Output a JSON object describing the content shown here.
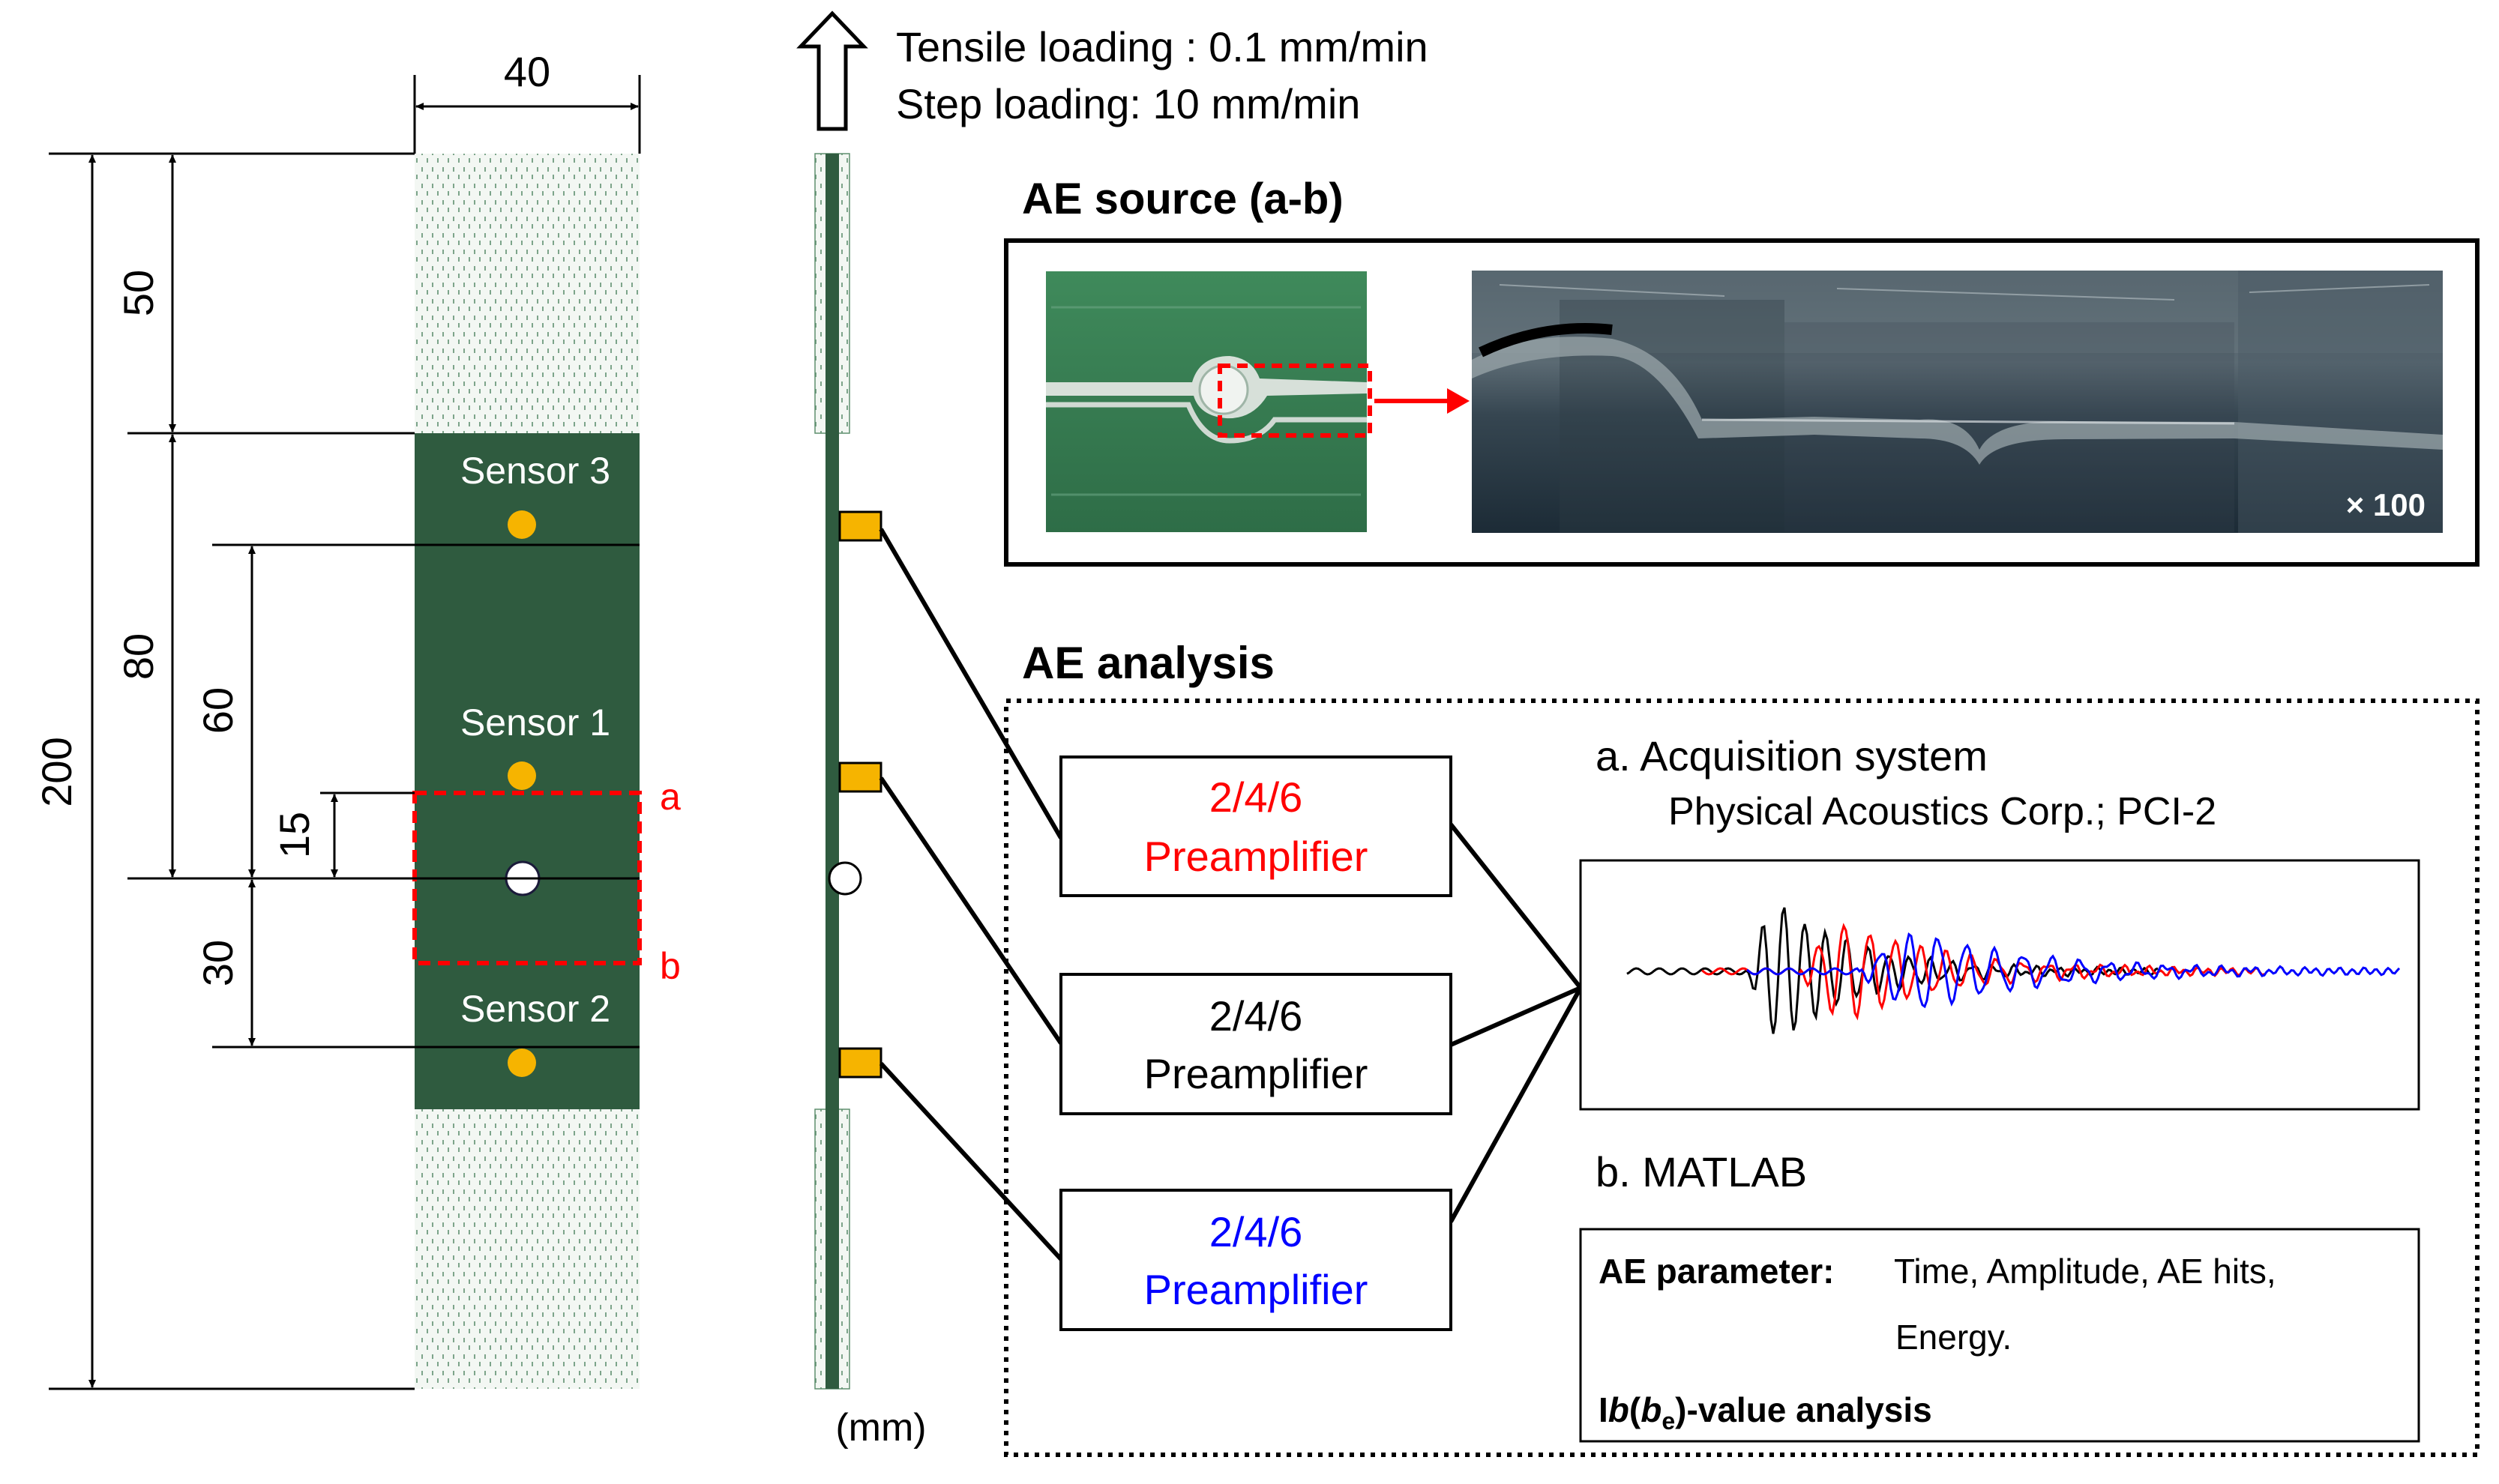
{
  "loading": {
    "line1": "Tensile loading : 0.1 mm/min",
    "line2": "Step loading: 10 mm/min"
  },
  "dimensions": {
    "width": "40",
    "total_length": "200",
    "grip_length": "50",
    "sensor3_to_hole": "80",
    "sensor3_to_sensor1": "60",
    "sensor1_to_hole": "15",
    "hole_to_sensor2": "30",
    "unit": "(mm)"
  },
  "sensors": {
    "sensor3": "Sensor 3",
    "sensor1": "Sensor 1",
    "sensor2": "Sensor 2"
  },
  "region_labels": {
    "a": "a",
    "b": "b"
  },
  "ae_source": {
    "title": "AE source (a-b)",
    "magnification": "× 100"
  },
  "ae_analysis": {
    "title": "AE analysis",
    "preamps": [
      {
        "line1": "2/4/6",
        "line2": "Preamplifier",
        "color": "#ff0000"
      },
      {
        "line1": "2/4/6",
        "line2": "Preamplifier",
        "color": "#000000"
      },
      {
        "line1": "2/4/6",
        "line2": "Preamplifier",
        "color": "#0000ff"
      }
    ],
    "acquisition_title": "a. Acquisition system",
    "acquisition_detail": "Physical Acoustics Corp.; PCI-2",
    "matlab_title": "b. MATLAB",
    "parameter_label": "AE parameter:",
    "parameter_values_line1": "Time, Amplitude,  AE hits,",
    "parameter_values_line2": "Energy.",
    "ib_prefix": "I",
    "ib_b": "b",
    "ib_open": "(",
    "ib_b2": "b",
    "ib_sub": "e",
    "ib_suffix": ")-value analysis"
  },
  "colors": {
    "specimen_green": "#2f5b3f",
    "grip_fill": "#f2f6f2",
    "sensor_yellow": "#f6b400",
    "dashed_red": "#ff0000",
    "wave_black": "#000000",
    "wave_red": "#ff0000",
    "wave_blue": "#0000ff"
  }
}
